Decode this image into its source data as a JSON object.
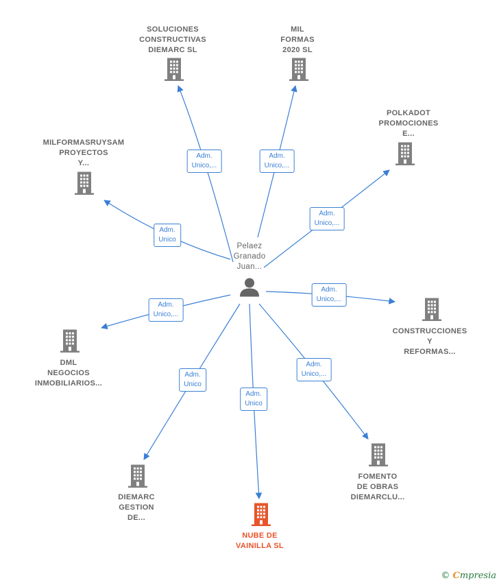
{
  "colors": {
    "edge": "#3a7fd5",
    "company": "#808080",
    "focus_company": "#e8542b",
    "person": "#666666"
  },
  "center": {
    "name": "pelaez-granado-juan",
    "label_lines": [
      "Pelaez",
      "Granado",
      "Juan..."
    ],
    "icon": "person-icon"
  },
  "companies": [
    {
      "name": "soluciones-constructivas-diemarc",
      "label_lines": [
        "SOLUCIONES",
        "CONSTRUCTIVAS",
        "DIEMARC  SL"
      ],
      "relation": [
        "Adm.",
        "Unico,..."
      ],
      "focus": false
    },
    {
      "name": "mil-formas-2020",
      "label_lines": [
        "MIL",
        "FORMAS",
        "2020  SL"
      ],
      "relation": [
        "Adm.",
        "Unico,..."
      ],
      "focus": false
    },
    {
      "name": "polkadot-promociones",
      "label_lines": [
        "POLKADOT",
        "PROMOCIONES",
        "E..."
      ],
      "relation": [
        "Adm.",
        "Unico,..."
      ],
      "focus": false
    },
    {
      "name": "milformasruysam-proyectos",
      "label_lines": [
        "MILFORMASRUYSAM",
        "PROYECTOS",
        "Y..."
      ],
      "relation": [
        "Adm.",
        "Unico"
      ],
      "focus": false
    },
    {
      "name": "construcciones-y-reformas",
      "label_lines": [
        "CONSTRUCCIONES",
        "Y",
        "REFORMAS..."
      ],
      "relation": [
        "Adm.",
        "Unico,..."
      ],
      "focus": false
    },
    {
      "name": "dml-negocios-inmobiliarios",
      "label_lines": [
        "DML",
        "NEGOCIOS",
        "INMOBILIARIOS..."
      ],
      "relation": [
        "Adm.",
        "Unico,..."
      ],
      "focus": false
    },
    {
      "name": "diemarc-gestion",
      "label_lines": [
        "DIEMARC",
        "GESTION",
        "DE..."
      ],
      "relation": [
        "Adm.",
        "Unico"
      ],
      "focus": false
    },
    {
      "name": "nube-de-vainilla",
      "label_lines": [
        "NUBE DE",
        "VAINILLA  SL"
      ],
      "relation": [
        "Adm.",
        "Unico"
      ],
      "focus": true
    },
    {
      "name": "fomento-de-obras-diemarclu",
      "label_lines": [
        "FOMENTO",
        "DE OBRAS",
        "DIEMARCLU..."
      ],
      "relation": [
        "Adm.",
        "Unico,..."
      ],
      "focus": false
    }
  ],
  "footer": {
    "copyright_symbol": "©",
    "brand_initial": "C",
    "brand_rest": "mpresia"
  }
}
